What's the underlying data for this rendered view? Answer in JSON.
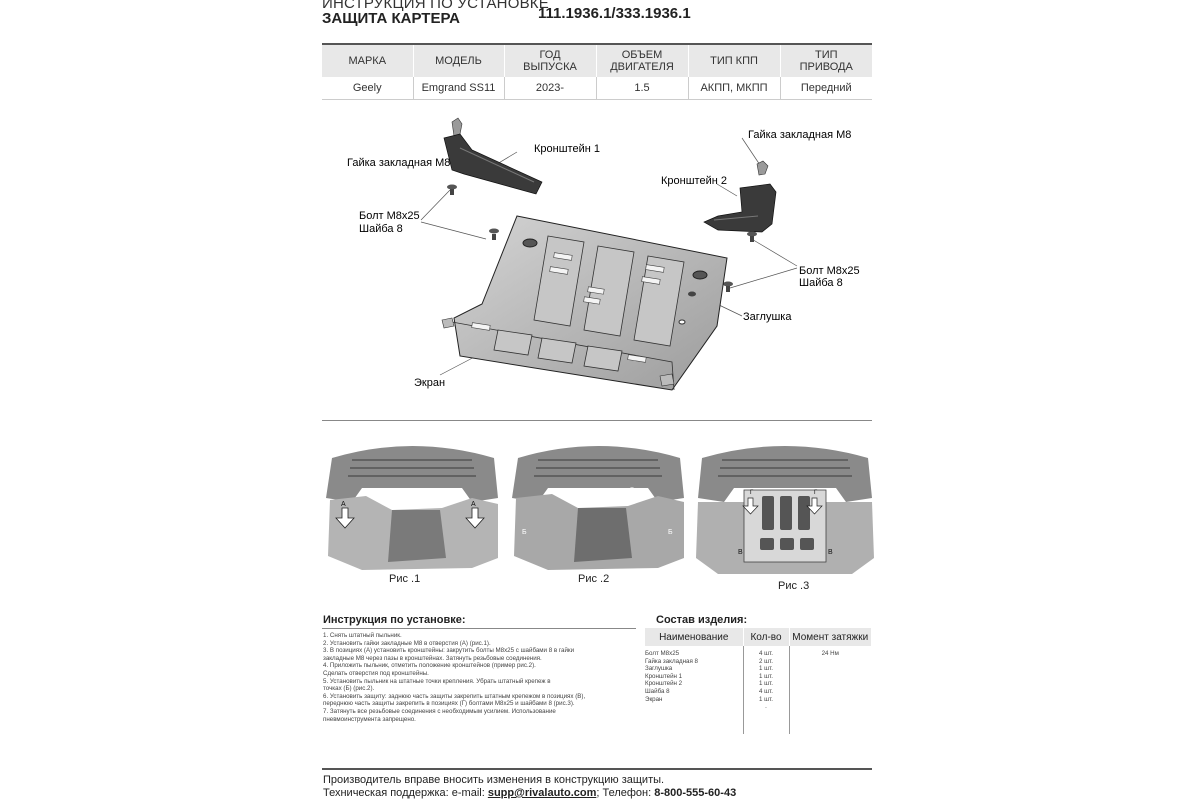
{
  "header": {
    "line1": "ИНСТРУКЦИЯ ПО УСТАНОВКЕ",
    "line2": "ЗАЩИТА КАРТЕРА",
    "code": "111.1936.1/333.1936.1"
  },
  "spec_table": {
    "headers": [
      "МАРКА",
      "МОДЕЛЬ",
      "ГОД\nВЫПУСКА",
      "ОБЪЕМ\nДВИГАТЕЛЯ",
      "ТИП КПП",
      "ТИП\nПРИВОДА"
    ],
    "row": [
      "Geely",
      "Emgrand SS11",
      "2023-",
      "1.5",
      "АКПП, МКПП",
      "Передний"
    ]
  },
  "diagram": {
    "labels": {
      "nut_left": "Гайка закладная М8",
      "bracket1": "Кронштейн 1",
      "bolt_left_1": "Болт М8х25",
      "bolt_left_2": "Шайба 8",
      "nut_right": "Гайка закладная М8",
      "bracket2": "Кронштейн 2",
      "bolt_right_1": "Болт М8х25",
      "bolt_right_2": "Шайба 8",
      "plug": "Заглушка",
      "screen": "Экран"
    }
  },
  "photos": {
    "cap1": "Рис .1",
    "cap2": "Рис .2",
    "cap3": "Рис .3",
    "marks": {
      "a": "A",
      "b": "Б",
      "v": "В",
      "g": "Г"
    }
  },
  "instructions": {
    "title": "Инструкция по установке:",
    "lines": [
      "1. Снять штатный пыльник.",
      "2. Установить гайки закладные М8 в отверстия (А) (рис.1).",
      "3. В позициях (А) установить кронштейны: закрутить болты М8х25 с шайбами 8 в гайки",
      "закладные М8 через пазы в кронштейнах. Затянуть резьбовые соединения.",
      "4. Приложить пыльник, отметить положение кронштейнов (пример рис.2).",
      "Сделать отверстия под кронштейны.",
      "5. Установить пыльник на штатные точки крепления. Убрать штатный крепеж в",
      "точках (Б) (рис.2).",
      "6. Установить защиту: заднюю часть защиты закрепить штатным крепежом в позициях (В),",
      "переднюю часть защиты закрепить в позициях (Г) болтами М8х25 и шайбами 8 (рис.3).",
      "7. Затянуть все резьбовые соединения с необходимым усилием. Использование",
      "пневмоинструмента запрещено."
    ]
  },
  "composition": {
    "title": "Состав изделия:",
    "headers": [
      "Наименование",
      "Кол-во",
      "Момент затяжки"
    ],
    "names": [
      "Болт М8х25",
      "Гайка закладная 8",
      "Заглушка",
      "Кронштейн 1",
      "Кронштейн 2",
      "Шайба 8",
      "Экран"
    ],
    "qty": [
      "4 шт.",
      "2 шт.",
      "1 шт.",
      "1 шт.",
      "1 шт.",
      "4 шт.",
      "1 шт.",
      "."
    ],
    "torque": [
      "24 Нм"
    ]
  },
  "footer": {
    "notice": "Производитель вправе вносить изменения в конструкцию защиты.",
    "support_label": "Техническая поддержка:  e-mail: ",
    "email": "supp@rivalauto.com",
    "phone_label": "; Телефон: ",
    "phone": "8-800-555-60-43"
  },
  "colors": {
    "header_bg": "#e8e8e8",
    "rule": "#555555",
    "part_fill": "#b8b8b8",
    "photo_bg": "#cfcfcf"
  }
}
